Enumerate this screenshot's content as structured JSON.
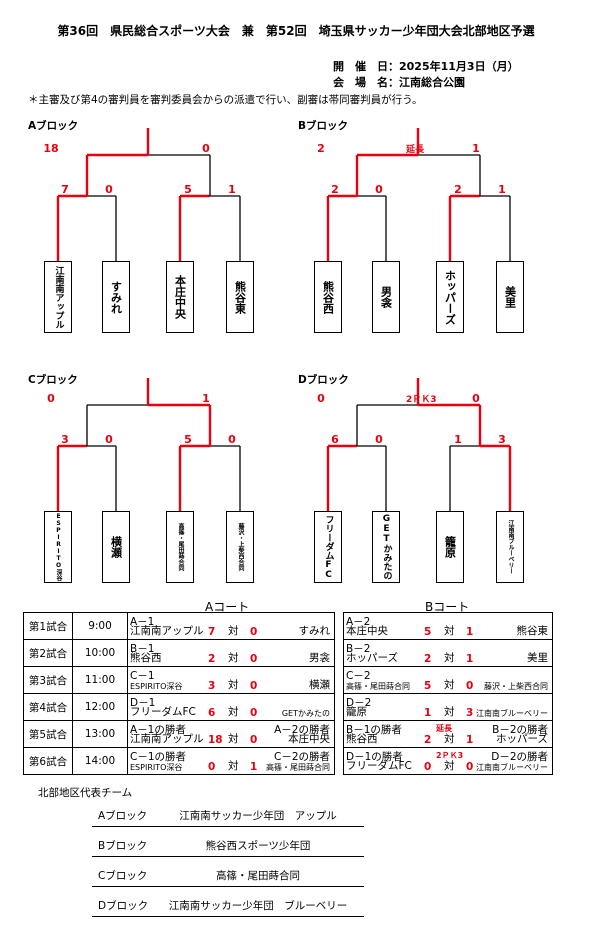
{
  "header": {
    "title": "第36回　県民総合スポーツ大会　兼　第52回　埼玉県サッカー少年団大会北部地区予選",
    "date_line": "開　催　日：2025年11月3日（月）",
    "venue_line": "会　場　名：江南総合公園"
  },
  "note": "＊主審及び第4の審判員を審判委員会からの派遣で行い、副審は帯同審判員が行う。",
  "blocks": [
    {
      "label": "Aブロック",
      "teams": [
        "江南南アップル",
        "すみれ",
        "本庄中央",
        "熊谷東"
      ],
      "r1": [
        "7",
        "0",
        "5",
        "1"
      ],
      "final": [
        "18",
        "0"
      ],
      "final_note": ""
    },
    {
      "label": "Bブロック",
      "teams": [
        "熊谷西",
        "男衾",
        "ホッパーズ",
        "美里"
      ],
      "r1": [
        "2",
        "0",
        "2",
        "1"
      ],
      "final": [
        "2",
        "1"
      ],
      "final_note": "延長"
    },
    {
      "label": "Cブロック",
      "teams": [
        "ESPIRITO深谷",
        "横瀬",
        "高篠・尾田蒔合同",
        "藤沢・上柴西合同"
      ],
      "r1": [
        "3",
        "0",
        "5",
        "0"
      ],
      "final": [
        "0",
        "1"
      ],
      "final_note": ""
    },
    {
      "label": "Dブロック",
      "teams": [
        "フリーダムFC",
        "GETかみたの",
        "籠原",
        "江南南ブルーベリー"
      ],
      "r1": [
        "6",
        "0",
        "1",
        "3"
      ],
      "final": [
        "0",
        "0"
      ],
      "final_note": "2ＰＫ3"
    }
  ],
  "courts": {
    "a": "Aコート",
    "b": "Bコート"
  },
  "schedule": [
    {
      "slot": "第1試合",
      "time": "9:00",
      "a": {
        "code": "A－1",
        "code_r": "",
        "t1": "江南南アップル",
        "s1": "7",
        "vs": "対",
        "s2": "0",
        "t2": "すみれ"
      },
      "b": {
        "code": "A－2",
        "code_r": "",
        "t1": "本庄中央",
        "s1": "5",
        "vs": "対",
        "s2": "1",
        "t2": "熊谷東"
      }
    },
    {
      "slot": "第2試合",
      "time": "10:00",
      "a": {
        "code": "B－1",
        "code_r": "",
        "t1": "熊谷西",
        "s1": "2",
        "vs": "対",
        "s2": "0",
        "t2": "男衾"
      },
      "b": {
        "code": "B－2",
        "code_r": "",
        "t1": "ホッパーズ",
        "s1": "2",
        "vs": "対",
        "s2": "1",
        "t2": "美里"
      }
    },
    {
      "slot": "第3試合",
      "time": "11:00",
      "a": {
        "code": "C－1",
        "code_r": "",
        "t1": "ESPIRITO深谷",
        "s1": "3",
        "vs": "対",
        "s2": "0",
        "t2": "横瀬"
      },
      "b": {
        "code": "C－2",
        "code_r": "",
        "t1": "高篠・尾田蒔合同",
        "s1": "5",
        "vs": "対",
        "s2": "0",
        "t2": "藤沢・上柴西合同"
      }
    },
    {
      "slot": "第4試合",
      "time": "12:00",
      "a": {
        "code": "D－1",
        "code_r": "",
        "t1": "フリーダムFC",
        "s1": "6",
        "vs": "対",
        "s2": "0",
        "t2": "GETかみたの"
      },
      "b": {
        "code": "D－2",
        "code_r": "",
        "t1": "籠原",
        "s1": "1",
        "vs": "対",
        "s2": "3",
        "t2": "江南南ブルーベリー"
      }
    },
    {
      "slot": "第5試合",
      "time": "13:00",
      "a": {
        "code": "A－1の勝者",
        "code_r": "A－2の勝者",
        "t1": "江南南アップル",
        "s1": "18",
        "vs": "対",
        "s2": "0",
        "t2": "本庄中央"
      },
      "b": {
        "code": "B－1の勝者",
        "code_r": "B－2の勝者",
        "note": "延長",
        "t1": "熊谷西",
        "s1": "2",
        "vs": "対",
        "s2": "1",
        "t2": "ホッパーズ"
      }
    },
    {
      "slot": "第6試合",
      "time": "14:00",
      "a": {
        "code": "C－1の勝者",
        "code_r": "C－2の勝者",
        "t1": "ESPIRITO深谷",
        "s1": "0",
        "vs": "対",
        "s2": "1",
        "t2": "高篠・尾田蒔合同"
      },
      "b": {
        "code": "D－1の勝者",
        "code_r": "D－2の勝者",
        "note": "2ＰＫ3",
        "t1": "フリーダムFC",
        "s1": "0",
        "vs": "対",
        "s2": "0",
        "t2": "江南南ブルーベリー"
      }
    }
  ],
  "representatives": {
    "title": "北部地区代表チーム",
    "rows": [
      {
        "block": "Aブロック",
        "team": "江南南サッカー少年団　アップル"
      },
      {
        "block": "Bブロック",
        "team": "熊谷西スポーツ少年団"
      },
      {
        "block": "Cブロック",
        "team": "高篠・尾田蒔合同"
      },
      {
        "block": "Dブロック",
        "team": "江南南サッカー少年団　ブルーベリー"
      }
    ]
  }
}
